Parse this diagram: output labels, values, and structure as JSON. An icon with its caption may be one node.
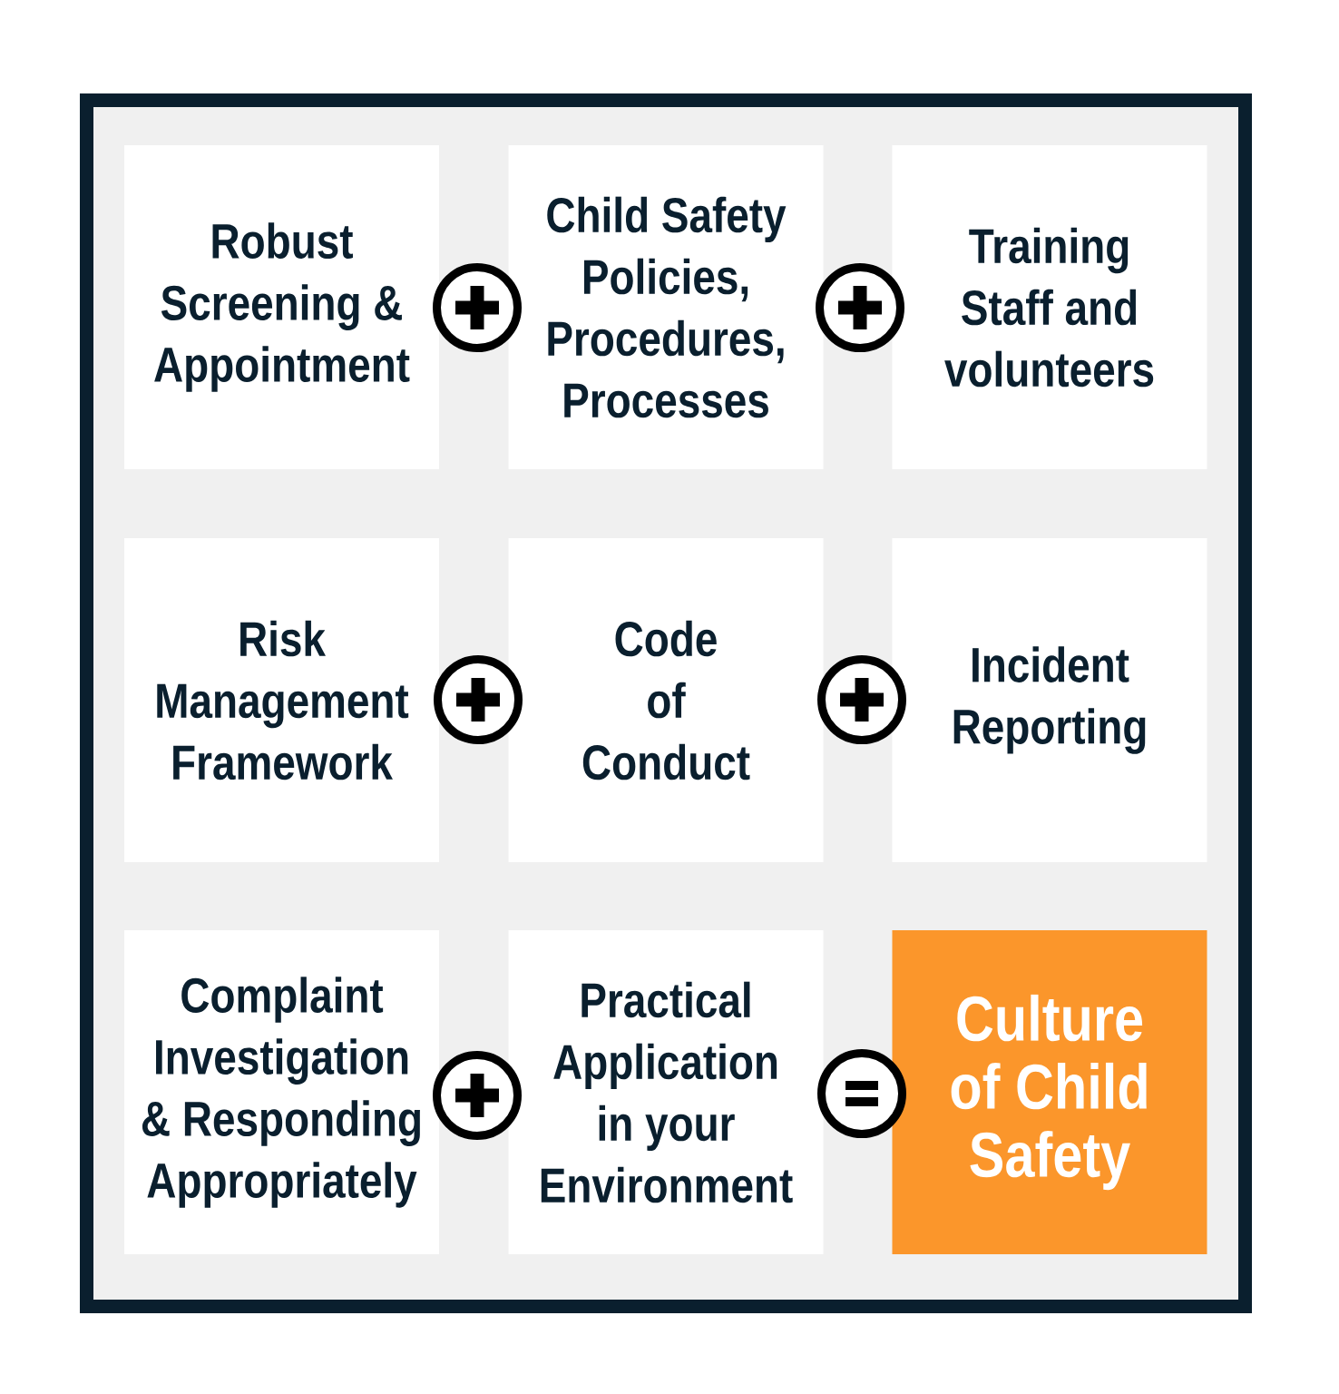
{
  "diagram": {
    "nodes": [
      {
        "text": [],
        "shape": "box"
      },
      {
        "text": [
          "Robust Screening & Appointment"
        ],
        "in": 0
      },
      {
        "text": [
          "Child Safety Policies, Procedures, Processes"
        ],
        "in": 0
      },
      {
        "text": [
          "Training Staff and volunteers"
        ],
        "in": 0
      },
      {
        "text": [
          "Risk Management Framework"
        ],
        "in": 0
      },
      {
        "text": [
          "Code of Conduct"
        ],
        "in": 0
      },
      {
        "text": [
          "Incident Reporting"
        ],
        "in": 0
      },
      {
        "text": [
          "Complaint Investigation & Responding Appropriately"
        ],
        "in": 0
      },
      {
        "text": [
          "Practical Application in your Environment"
        ],
        "in": 0
      },
      {
        "text": [
          "Culture of Child Safety"
        ],
        "in": 0
      }
    ]
  }
}
